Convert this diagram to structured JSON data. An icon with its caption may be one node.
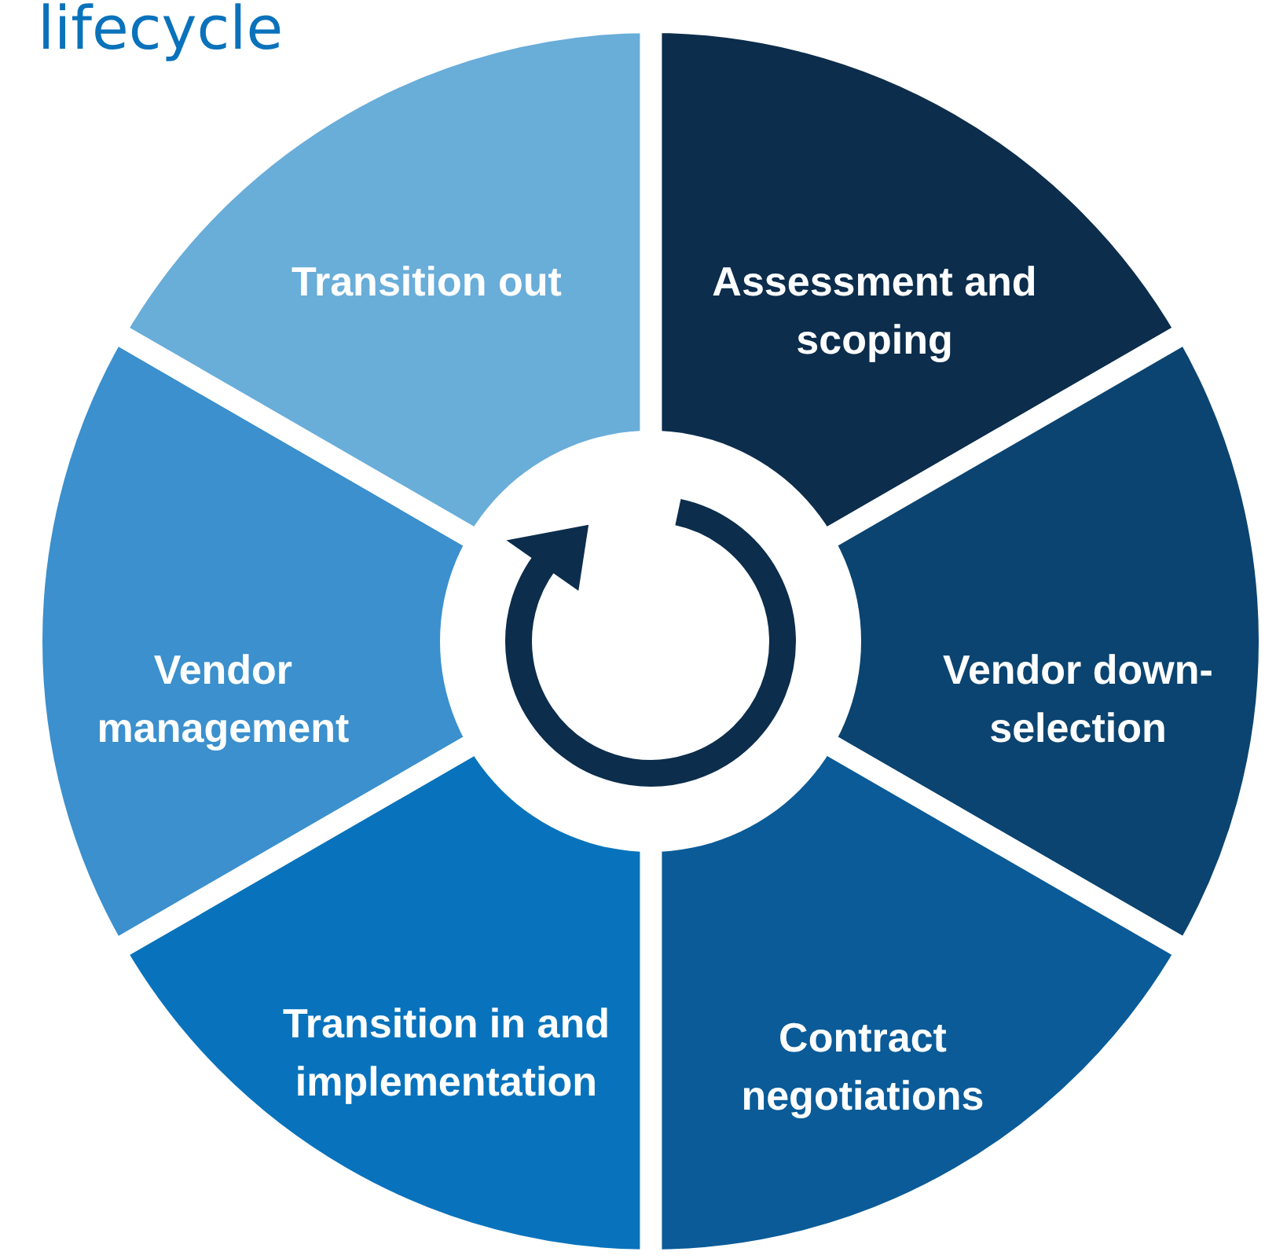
{
  "diagram": {
    "title": "lifecycle",
    "nodes": [
      {
        "text": [
          "Assessment and scoping"
        ]
      },
      {
        "text": [
          "Vendor down-selection"
        ]
      },
      {
        "text": [
          "Contract negotiations"
        ]
      },
      {
        "text": [
          "Transition in and implementation"
        ]
      },
      {
        "text": [
          "Vendor management"
        ]
      },
      {
        "text": [
          "Transition out"
        ]
      }
    ]
  }
}
